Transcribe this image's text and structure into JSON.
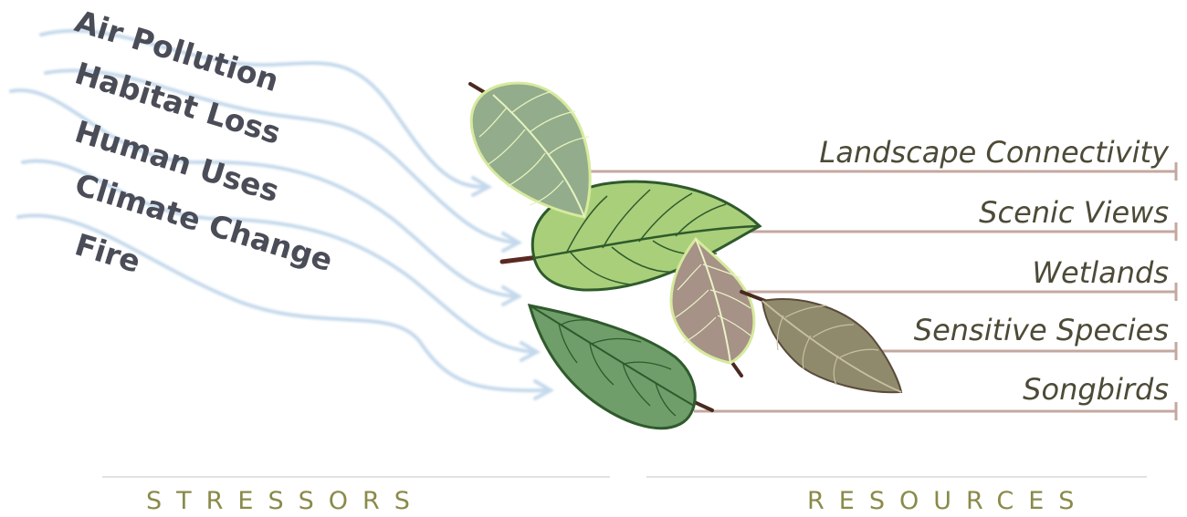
{
  "stressors": {
    "heading": "STRESSORS",
    "items": [
      "Air Pollution",
      "Habitat Loss",
      "Human Uses",
      "Climate Change",
      "Fire"
    ]
  },
  "resources": {
    "heading": "RESOURCES",
    "items": [
      "Landscape Connectivity",
      "Scenic Views",
      "Wetlands",
      "Sensitive Species",
      "Songbirds"
    ]
  },
  "colors": {
    "stressor_text": "#4a4d57",
    "resource_text": "#4d4a37",
    "heading_text": "#8a8a4a",
    "wind_arrow": "#c5d9ec",
    "resource_line": "#c4a89f",
    "divider": "#e2e2e2"
  }
}
